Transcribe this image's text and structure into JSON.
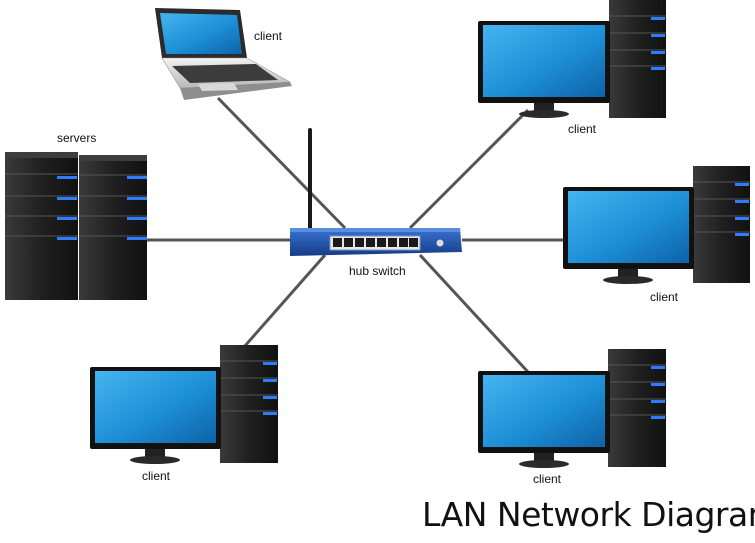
{
  "title": "LAN Network Diagram",
  "nodes": {
    "switch": {
      "label": "hub switch",
      "icon": "router-icon"
    },
    "servers": {
      "label": "servers",
      "icon": "server-tower-icon"
    },
    "laptop": {
      "label": "client",
      "icon": "laptop-icon"
    },
    "client_top_right": {
      "label": "client",
      "icon": "desktop-computer-icon"
    },
    "client_right": {
      "label": "client",
      "icon": "desktop-computer-icon"
    },
    "client_bottom_left": {
      "label": "client",
      "icon": "desktop-computer-icon"
    },
    "client_bottom_right": {
      "label": "client",
      "icon": "desktop-computer-icon"
    }
  },
  "colors": {
    "cable": "#555555",
    "switch_body": "#1f4fa8",
    "screen": "#1e90d8",
    "tower": "#1c1c1c",
    "led": "#2f7bff"
  }
}
